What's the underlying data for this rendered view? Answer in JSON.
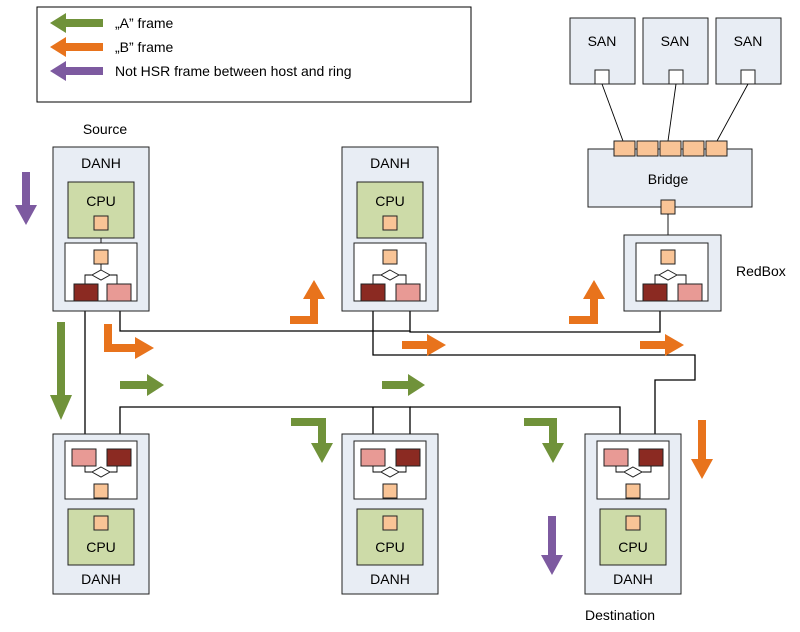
{
  "legend": {
    "items": [
      {
        "label": "„A” frame",
        "color": "#70923a"
      },
      {
        "label": "„B” frame",
        "color": "#e8731c"
      },
      {
        "label": "Not HSR frame between host and ring",
        "color": "#7d5aa0"
      }
    ]
  },
  "labels": {
    "source": "Source",
    "destination": "Destination",
    "redbox": "RedBox",
    "bridge": "Bridge",
    "danh": "DANH",
    "cpu": "CPU",
    "san": "SAN"
  },
  "colors": {
    "a_frame": "#70923a",
    "b_frame": "#e8731c",
    "host_frame": "#7d5aa0",
    "node_bg": "#e8edf4",
    "cpu_bg": "#cddba8",
    "port_light": "#f9c496",
    "port_a": "#e89a95",
    "port_b": "#8b2a22"
  }
}
